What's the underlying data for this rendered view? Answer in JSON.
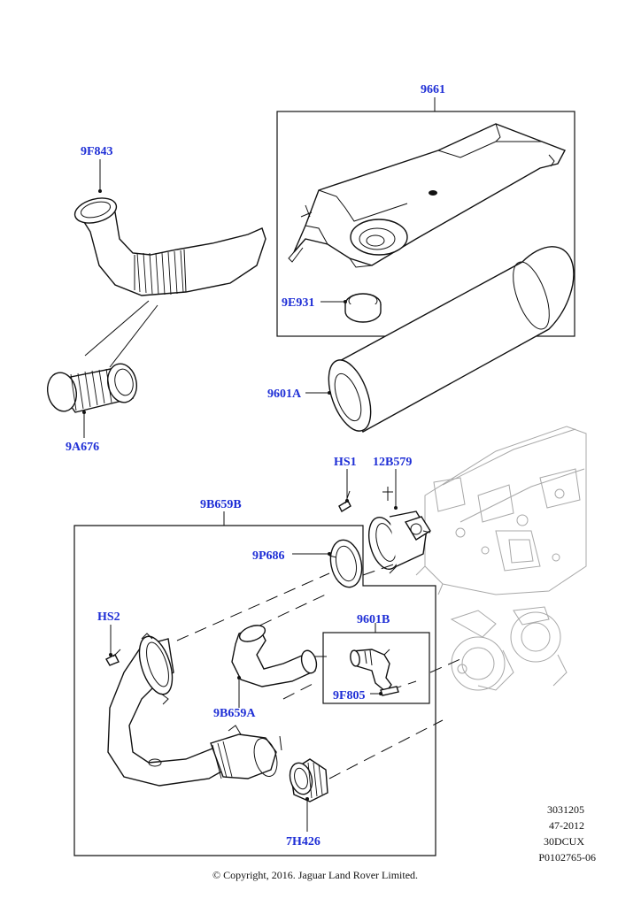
{
  "callouts": {
    "c9661": "9661",
    "c9F843": "9F843",
    "c9E931": "9E931",
    "c9601A": "9601A",
    "c9A676": "9A676",
    "cHS1": "HS1",
    "c12B579": "12B579",
    "c9B659B": "9B659B",
    "c9P686": "9P686",
    "cHS2": "HS2",
    "c9601B": "9601B",
    "c9F805": "9F805",
    "c9B659A": "9B659A",
    "c7H426": "7H426"
  },
  "reference_block": {
    "line1": "3031205",
    "line2": "47-2012",
    "line3": "30DCUX",
    "line4": "P0102765-06"
  },
  "copyright": "© Copyright, 2016. Jaguar Land Rover Limited.",
  "colors": {
    "callout": "#1f2fd6",
    "linework": "#111111",
    "background_parts": "#a8a8a8"
  }
}
